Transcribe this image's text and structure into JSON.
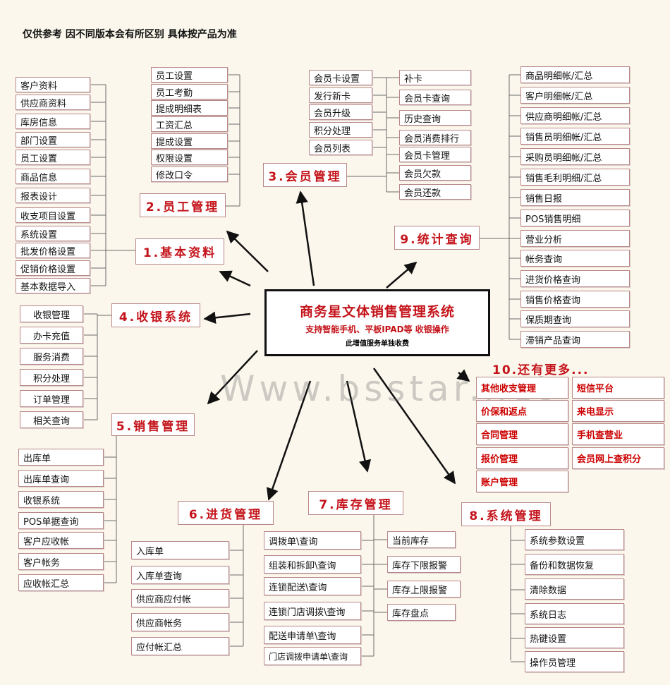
{
  "disclaimer": "仅供参考 因不同版本会有所区别 具体按产品为准",
  "center": {
    "title": "商务星文体销售管理系统",
    "subtitle": "支持智能手机、平板IPAD等 收银操作",
    "note": "此增值服务单独收费"
  },
  "watermark": "Www.bsstar.net",
  "groups": {
    "basic": {
      "title": "1.基本资料",
      "items": [
        "客户资料",
        "供应商资料",
        "库房信息",
        "部门设置",
        "员工设置",
        "商品信息",
        "报表设计",
        "收支项目设置",
        "系统设置",
        "批发价格设置",
        "促销价格设置",
        "基本数据导入"
      ]
    },
    "staff": {
      "title": "2.员工管理",
      "items": [
        "员工设置",
        "员工考勤",
        "提成明细表",
        "工资汇总",
        "提成设置",
        "权限设置",
        "修改口令"
      ]
    },
    "member": {
      "title": "3.会员管理",
      "left": [
        "会员卡设置",
        "发行新卡",
        "会员升级",
        "积分处理",
        "会员列表"
      ],
      "right": [
        "补卡",
        "会员卡查询",
        "历史查询",
        "会员消费排行",
        "会员卡管理",
        "会员欠款",
        "会员还款"
      ]
    },
    "cashier": {
      "title": "4.收银系统",
      "items": [
        "收银管理",
        "办卡充值",
        "服务消费",
        "积分处理",
        "订单管理",
        "相关查询"
      ]
    },
    "sales": {
      "title": "5.销售管理",
      "items": [
        "出库单",
        "出库单查询",
        "收银系统",
        "POS单据查询",
        "客户应收帐",
        "客户帐务",
        "应收帐汇总"
      ]
    },
    "purchase": {
      "title": "6.进货管理",
      "items": [
        "入库单",
        "入库单查询",
        "供应商应付帐",
        "供应商帐务",
        "应付帐汇总"
      ]
    },
    "stock": {
      "title": "7.库存管理",
      "left": [
        "调拨单\\查询",
        "组装和拆卸\\查询",
        "连锁配送\\查询",
        "连锁门店调拨\\查询",
        "配送申请单\\查询",
        "门店调拨申请单\\查询"
      ],
      "right": [
        "当前库存",
        "库存下限报警",
        "库存上限报警",
        "库存盘点"
      ]
    },
    "system": {
      "title": "8.系统管理",
      "items": [
        "系统参数设置",
        "备份和数据恢复",
        "清除数据",
        "系统日志",
        "热键设置",
        "操作员管理"
      ]
    },
    "stats": {
      "title": "9.统计查询",
      "items": [
        "商品明细帐/汇总",
        "客户明细帐/汇总",
        "供应商明细帐/汇总",
        "销售员明细帐/汇总",
        "采购员明细帐/汇总",
        "销售毛利明细/汇总",
        "销售日报",
        "POS销售明细",
        "营业分析",
        "帐务查询",
        "进货价格查询",
        "销售价格查询",
        "保质期查询",
        "滞销产品查询"
      ]
    },
    "more": {
      "title": "10.还有更多...",
      "left": [
        "其他收支管理",
        "价保和返点",
        "合同管理",
        "报价管理",
        "账户管理"
      ],
      "right": [
        "短信平台",
        "来电显示",
        "手机查营业",
        "会员网上查积分"
      ]
    }
  }
}
